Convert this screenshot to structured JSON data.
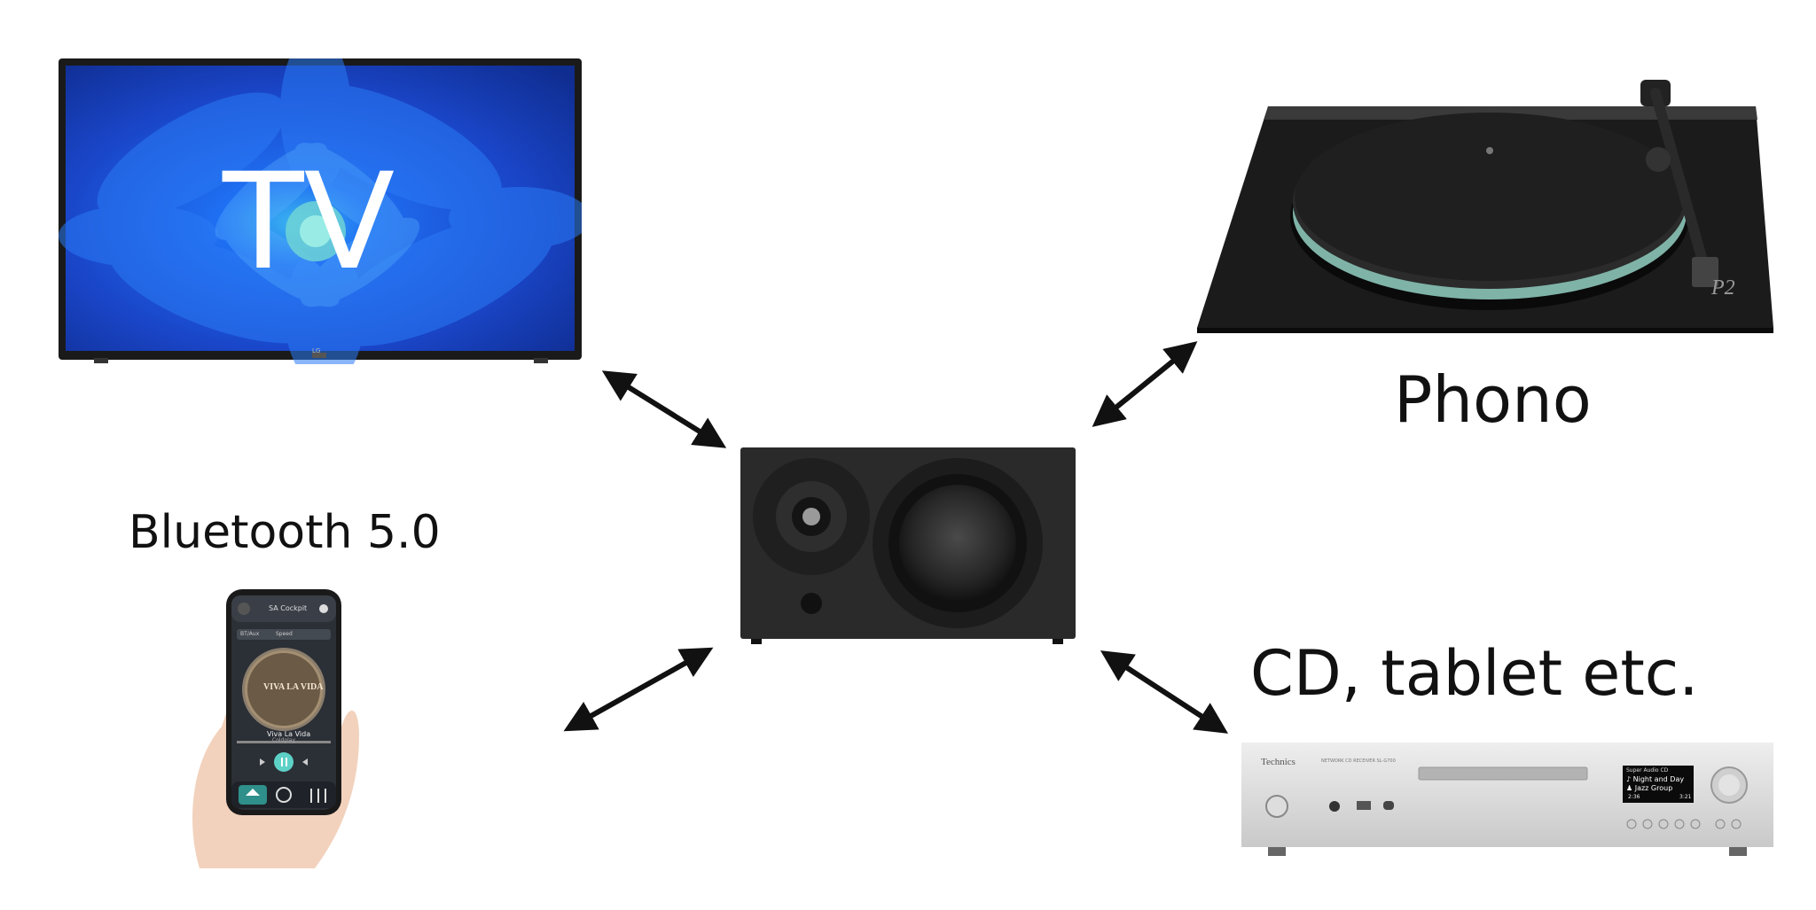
{
  "labels": {
    "tv": "TV",
    "phono": "Phono",
    "bluetooth": "Bluetooth 5.0",
    "cd": "CD, tablet etc."
  },
  "phone_app": {
    "title": "SA Cockpit",
    "source_left": "BT/Aux",
    "source_center": "Speed",
    "track": "Viva La Vida",
    "artist": "Coldplay",
    "album_art_text": "VIVA LA VIDA"
  },
  "turntable": {
    "badge": "P2"
  },
  "cd_player": {
    "brand": "Technics",
    "model_text": "NETWORK CD RECEIVER SL-G700",
    "display_line1": "Super Audio CD",
    "display_line2": "♪ Night and Day",
    "display_line3": "♟ Jazz Group",
    "display_time": "2:36",
    "display_time_total": "3:21"
  },
  "tv": {
    "brand": "LG"
  },
  "colors": {
    "arrow": "#111111",
    "tv_blue": "#1f5fe0",
    "speaker_body": "#2a2a2a",
    "turntable_body": "#1b1b1b",
    "cd_silver": "#d9d9d9"
  }
}
